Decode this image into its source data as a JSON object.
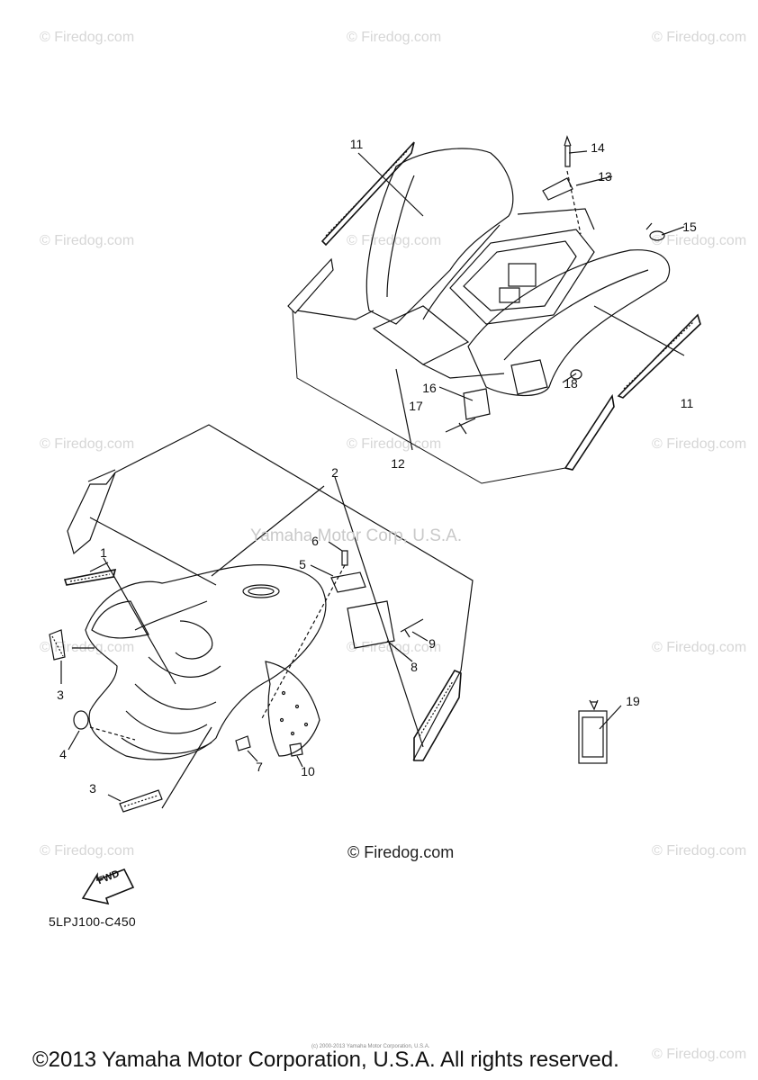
{
  "watermarks": [
    {
      "text": "© Firedog.com"
    },
    {
      "text": "© Firedog.com"
    },
    {
      "text": "© Firedog.com"
    },
    {
      "text": "© Firedog.com"
    },
    {
      "text": "© Firedog.com"
    },
    {
      "text": "© Firedog.com"
    },
    {
      "text": "© Firedog.com"
    },
    {
      "text": "© Firedog.com"
    },
    {
      "text": "© Firedog.com"
    },
    {
      "text": "© Firedog.com"
    },
    {
      "text": "© Firedog.com"
    },
    {
      "text": "© Firedog.com"
    },
    {
      "text": "© Firedog.com"
    },
    {
      "text": "© Firedog.com"
    },
    {
      "text": "© Firedog.com"
    }
  ],
  "center_mark": "Yamaha Motor Corp, U.S.A.",
  "center_firedog": "© Firedog.com",
  "callouts": [
    "11",
    "14",
    "13",
    "15",
    "11",
    "18",
    "16",
    "17",
    "12",
    "2",
    "6",
    "5",
    "1",
    "9",
    "8",
    "3",
    "4",
    "7",
    "10",
    "3",
    "19"
  ],
  "fwd_label": "FWD",
  "part_code": "5LPJ100-C450",
  "tiny_line": "(c) 2000-2013 Yamaha Motor Corporation, U.S.A.",
  "copyright": "©2013 Yamaha Motor Corporation, U.S.A. All rights reserved."
}
